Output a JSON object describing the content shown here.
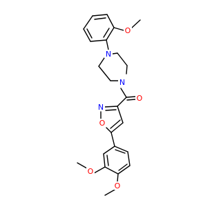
{
  "molecule": {
    "colors": {
      "bond": "#000000",
      "oxygen": "#ff0000",
      "nitrogen": "#0000ff",
      "background": "#ffffff"
    },
    "atom_labels": {
      "o_methoxy_top": "O",
      "n_piperazine_top": "N",
      "n_piperazine_bottom": "N",
      "o_carbonyl": "O",
      "n_isoxazole": "N",
      "o_isoxazole": "O",
      "o_methoxy_3": "O",
      "o_methoxy_4": "O"
    }
  }
}
